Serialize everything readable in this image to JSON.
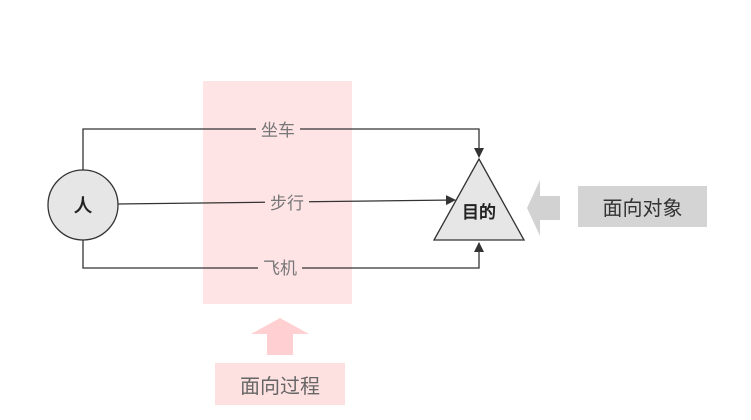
{
  "diagram": {
    "person_label": "人",
    "goal_label": "目的",
    "routes": [
      {
        "label": "坐车"
      },
      {
        "label": "步行"
      },
      {
        "label": "飞机"
      }
    ],
    "oop_label": "面向对象",
    "pop_label": "面向过程",
    "colors": {
      "line": "#333333",
      "node_fill": "#e6e6e6",
      "highlight_band": "#ffe4e6",
      "highlight_arrow": "#ffcfd2",
      "grey_arrow": "#d2d2d2",
      "grey_box": "#d4d4d4",
      "route_label": "#777777"
    }
  }
}
